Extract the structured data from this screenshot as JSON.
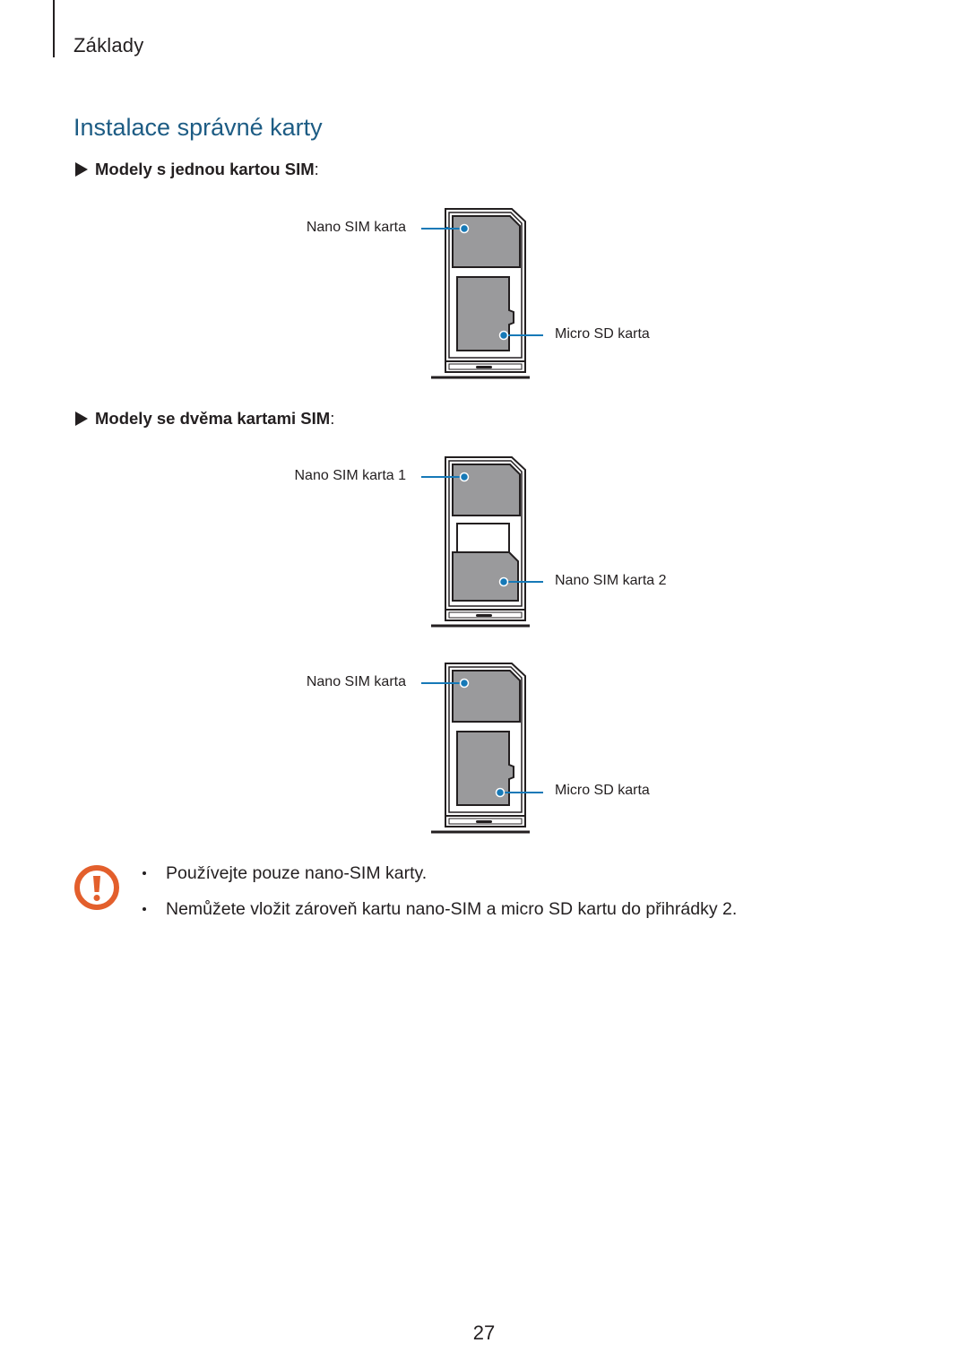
{
  "header": {
    "section": "Základy"
  },
  "title": "Instalace správné karty",
  "single_sim": {
    "heading": "Modely s jednou kartou SIM",
    "colon": ":",
    "label_top": "Nano SIM karta",
    "label_bottom": "Micro SD karta"
  },
  "dual_sim": {
    "heading": "Modely se dvěma kartami SIM",
    "colon": ":",
    "tray1": {
      "label_top": "Nano SIM karta 1",
      "label_bottom": "Nano SIM karta 2"
    },
    "tray2": {
      "label_top": "Nano SIM karta",
      "label_bottom": "Micro SD karta"
    }
  },
  "notice": {
    "icon": "exclamation-icon",
    "items": [
      "Používejte pouze nano-SIM karty.",
      "Nemůžete vložit zároveň kartu nano-SIM a micro SD kartu do přihrádky 2."
    ]
  },
  "colors": {
    "title": "#1d5c84",
    "callout": "#1679b7",
    "notice": "#e35f2c"
  },
  "page_number": "27"
}
